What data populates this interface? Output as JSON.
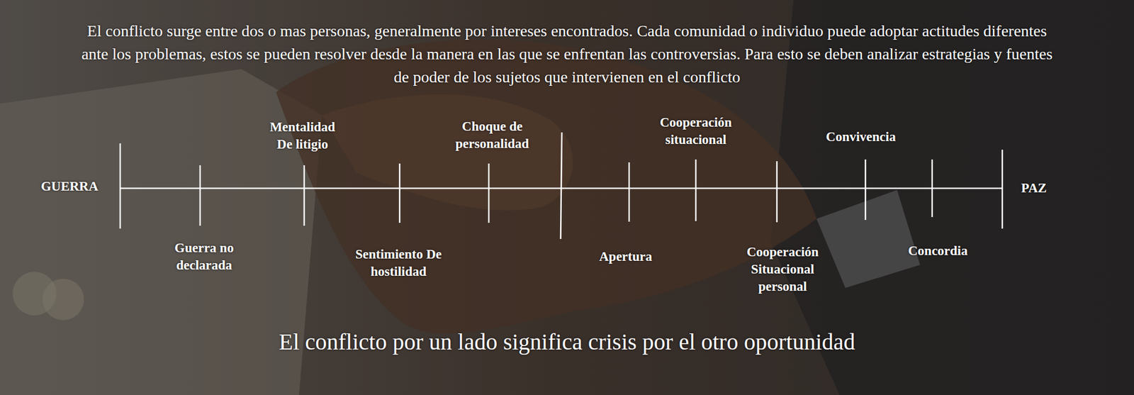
{
  "diagram": {
    "title": "El conflicto surge entre dos o mas personas, generalmente por intereses encontrados. Cada comunidad o individuo puede adoptar actitudes diferentes ante los problemas, estos se pueden resolver desde la manera en las que se enfrentan las controversias. Para esto se deben analizar estrategias y fuentes de poder de los sujetos que intervienen en el conflicto",
    "caption": "El conflicto por un lado significa crisis por el otro oportunidad",
    "labels": [
      "GUERRA",
      "Guerra no declarada",
      "Mentalidad De litigio",
      "Sentimiento De hostilidad",
      "Choque de personalidad",
      "Apertura",
      "Cooperación situacional",
      "Cooperación Situacional personal",
      "Convivencia",
      "Concordia",
      "PAZ"
    ]
  }
}
